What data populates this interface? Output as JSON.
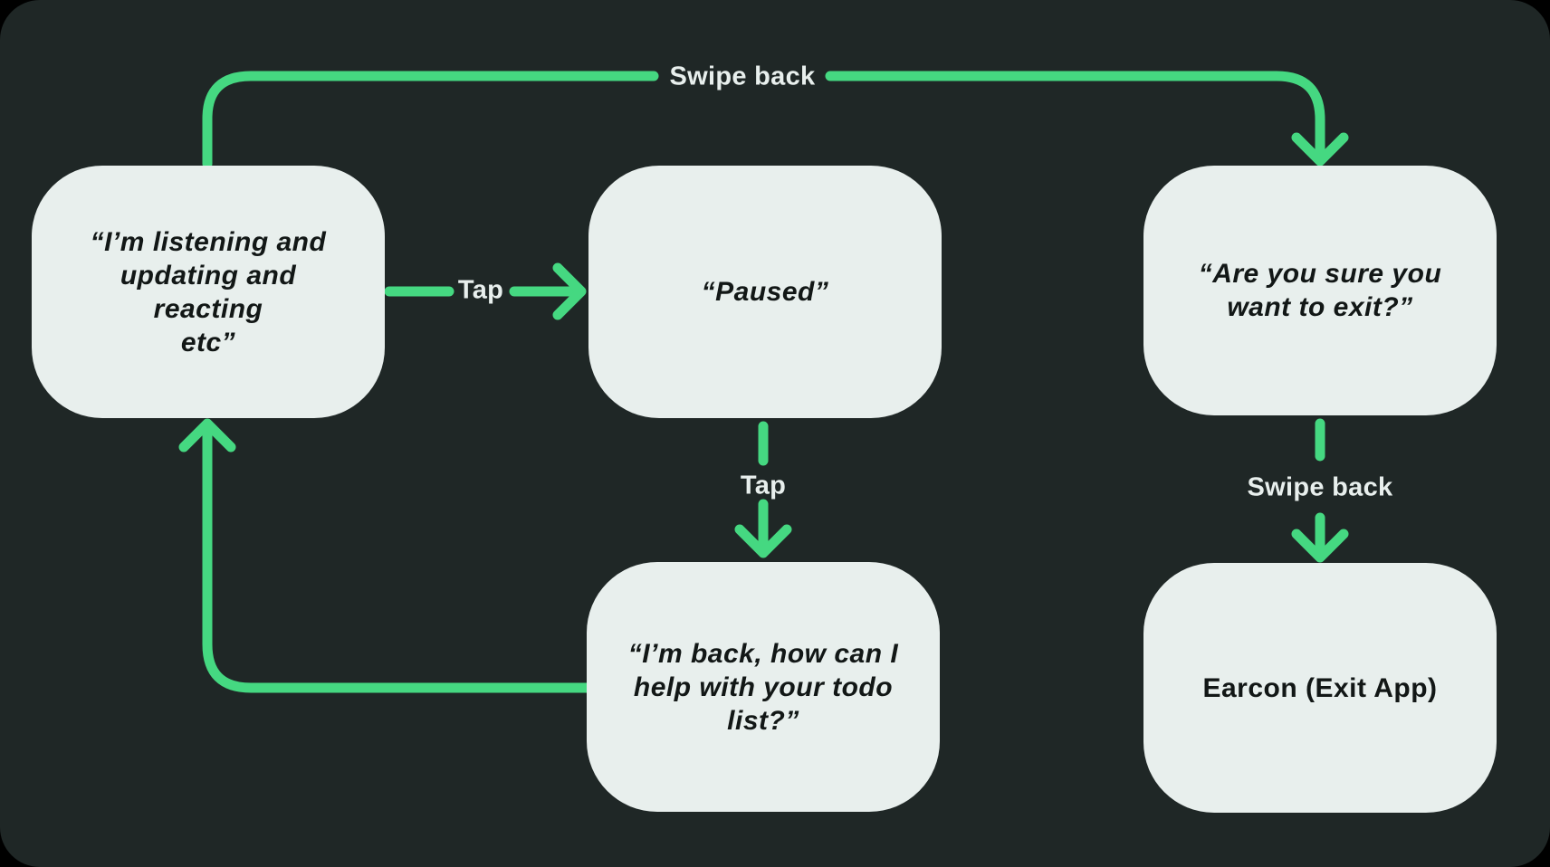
{
  "theme": {
    "outer_bg": "#000000",
    "canvas_bg": "#1f2726",
    "node_fill": "#e8efed",
    "node_text": "#121716",
    "accent_green": "#45d881",
    "label_text": "#e8efed"
  },
  "diagram": {
    "type": "flowchart",
    "nodes": [
      {
        "id": "listening",
        "text": "“I’m listening and\nupdating and reacting\netc”",
        "style": "italic"
      },
      {
        "id": "paused",
        "text": "“Paused”",
        "style": "italic"
      },
      {
        "id": "exit-confirm",
        "text": "“Are you sure you\nwant to exit?”",
        "style": "italic"
      },
      {
        "id": "back-help",
        "text": "“I’m back, how can I\nhelp with your todo\nlist?”",
        "style": "italic"
      },
      {
        "id": "earcon-exit",
        "text": "Earcon (Exit App)",
        "style": "normal"
      }
    ],
    "edges": [
      {
        "from": "listening",
        "to": "exit-confirm",
        "label": "Swipe back"
      },
      {
        "from": "listening",
        "to": "paused",
        "label": "Tap"
      },
      {
        "from": "paused",
        "to": "back-help",
        "label": "Tap"
      },
      {
        "from": "back-help",
        "to": "listening",
        "label": ""
      },
      {
        "from": "exit-confirm",
        "to": "earcon-exit",
        "label": "Swipe back"
      }
    ]
  }
}
